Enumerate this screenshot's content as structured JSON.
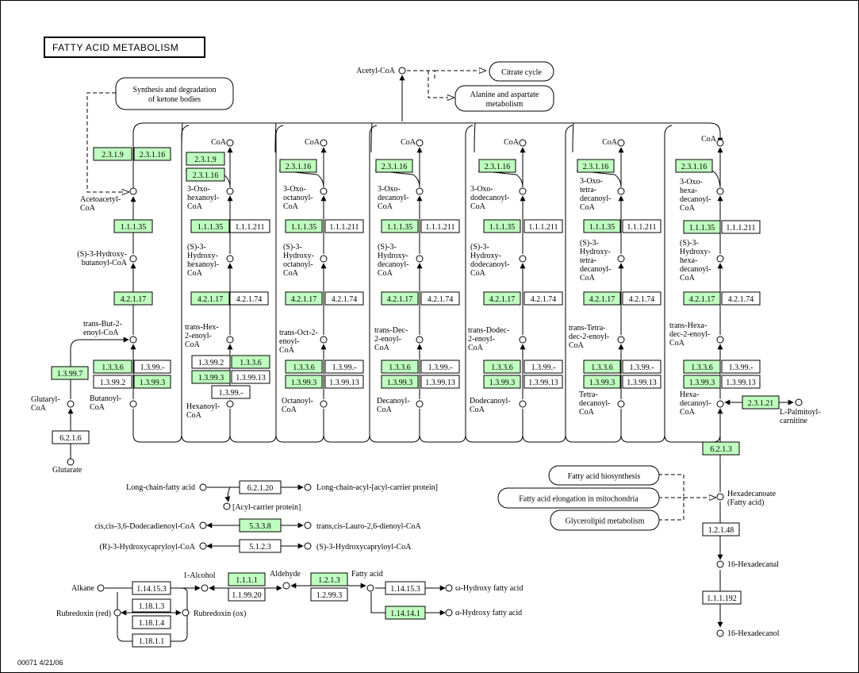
{
  "title": "FATTY ACID METABOLISM",
  "footer": "00071  4/21/06",
  "colors": {
    "enzyme_present": "#bfffbf",
    "enzyme_absent": "#ffffff",
    "line": "#000000"
  },
  "compounds": {
    "acetyl_coa": "Acetyl-CoA",
    "coa": "CoA",
    "acetoacetyl_coa": [
      "Acetoacetyl-",
      "CoA"
    ],
    "hydroxybutanoyl": [
      "(S)-3-Hydroxy-",
      "butanoyl-CoA"
    ],
    "transbut": [
      "trans-But-2-",
      "enoyl-CoA"
    ],
    "butanoyl": [
      "Butanoyl-",
      "CoA"
    ],
    "glutaryl": [
      "Glutaryl-",
      "CoA"
    ],
    "glutarate": "Glutarate",
    "oxohexanoyl": [
      "3-Oxo-",
      "hexanoyl-",
      "CoA"
    ],
    "hydroxyhexanoyl": [
      "(S)-3-",
      "Hydroxy-",
      "hexanoyl-",
      "CoA"
    ],
    "transhex": [
      "trans-Hex-",
      "2-enoyl-",
      "CoA"
    ],
    "hexanoyl": [
      "Hexanoyl-",
      "CoA"
    ],
    "oxooctanoyl": [
      "3-Oxo-",
      "octanoyl-",
      "CoA"
    ],
    "hydroxyoctanoyl": [
      "(S)-3-",
      "Hydroxy-",
      "octanoyl-",
      "CoA"
    ],
    "transoct": [
      "trans-Oct-2-",
      "enoyl-",
      "CoA"
    ],
    "octanoyl": [
      "Octanoyl-",
      "CoA"
    ],
    "oxodecanoyl": [
      "3-Oxo-",
      "decanoyl-",
      "CoA"
    ],
    "hydroxydecanoyl": [
      "(S)-3-",
      "Hydroxy-",
      "decanoyl-",
      "CoA"
    ],
    "transdec": [
      "trans-Dec-",
      "2-enoyl-",
      "CoA"
    ],
    "decanoyl": [
      "Decanoyl-",
      "CoA"
    ],
    "oxododecanoyl": [
      "3-Oxo-",
      "dodecanoyl-",
      "CoA"
    ],
    "hydroxydodecanoyl": [
      "(S)-3-",
      "Hydroxy-",
      "dodecanoyl-",
      "CoA"
    ],
    "transdodec": [
      "trans-Dodec-",
      "2-enoyl-",
      "CoA"
    ],
    "dodecanoyl": [
      "Dodecanoyl-",
      "CoA"
    ],
    "oxotetradecanoyl": [
      "3-Oxo-",
      "tetra-",
      "decanoyl-",
      "CoA"
    ],
    "hydroxytetradecanoyl": [
      "(S)-3-",
      "Hydroxy-",
      "tetra-",
      "decanoyl-",
      "CoA"
    ],
    "transtetradec": [
      "trans-Tetra-",
      "dec-2-enoyl-",
      "CoA"
    ],
    "tetradecanoyl": [
      "Tetra-",
      "decanoyl-",
      "CoA"
    ],
    "oxohexadecanoyl": [
      "3-Oxo-",
      "hexa-",
      "decanoyl-",
      "CoA"
    ],
    "hydroxyhexadecanoyl": [
      "(S)-3-",
      "Hydroxy-",
      "hexa-",
      "decanoyl-",
      "CoA"
    ],
    "transhexadec": [
      "trans-Hexa-",
      "dec-2-enoyl-",
      "CoA"
    ],
    "hexadecanoyl": [
      "Hexa-",
      "decanoyl-",
      "CoA"
    ],
    "palmitoylcarnitine": [
      "L-Palmitoyl-",
      "carnitine"
    ],
    "hexadecanoate": [
      "Hexadecanoate",
      "(Fatty acid)"
    ],
    "hexadecanal": "16-Hexadecanal",
    "hexadecanol": "16-Hexadecanol",
    "long_chain_fatty_acid": "Long-chain-fatty acid",
    "long_chain_acyl_acp": "Long-chain-acyl-[acyl-carrier protein]",
    "acp": "[Acyl-carrier protein]",
    "cis_dodecadienoyl": "cis,cis-3,6-Dodecadienoyl-CoA",
    "trans_lauro_dienoyl": "trans,cis-Lauro-2,6-dienoyl-CoA",
    "r_hydroxycapryloyl": "(R)-3-Hydroxycapryloyl-CoA",
    "s_hydroxycapryloyl": "(S)-3-Hydroxycapryloyl-CoA",
    "alkane": "Alkane",
    "alcohol": "1-Alcohol",
    "aldehyde": "Aldehyde",
    "fatty_acid": "Fatty acid",
    "omega_hydroxy": "ω-Hydroxy fatty acid",
    "alpha_hydroxy": "α-Hydroxy fatty acid",
    "rubredoxin_red": "Rubredoxin (red)",
    "rubredoxin_ox": "Rubredoxin (ox)"
  },
  "maps": {
    "ketone": [
      "Synthesis and degradation",
      "of ketone bodies"
    ],
    "citrate": "Citrate cycle",
    "alanine": [
      "Alanine and aspartate",
      "metabolism"
    ],
    "fa_biosynthesis": "Fatty acid biosynthesis",
    "fa_elongation": "Fatty acid elongation in mitochondria",
    "glycerolipid": "Glycerolipid metabolism"
  },
  "enzymes": {
    "e2319": "2.3.1.9",
    "e23116": "2.3.1.16",
    "e11135": "1.1.1.35",
    "e111211": "1.1.1.211",
    "e42117": "4.2.1.17",
    "e42174": "4.2.1.74",
    "e1336": "1.3.3.6",
    "e1399": "1.3.99.-",
    "e13992": "1.3.99.2",
    "e13993": "1.3.99.3",
    "e139913": "1.3.99.13",
    "e13997": "1.3.99.7",
    "e6216": "6.2.1.6",
    "e23121": "2.3.1.21",
    "e6213": "6.2.1.3",
    "e12148": "1.2.1.48",
    "e111192": "1.1.1.192",
    "e62120": "6.2.1.20",
    "e5338": "5.3.3.8",
    "e5123": "5.1.2.3",
    "e114153": "1.14.15.3",
    "e11813": "1.18.1.3",
    "e11814": "1.18.1.4",
    "e11811": "1.18.1.1",
    "e1111": "1.1.1.1",
    "e11920": "1.1.99.20",
    "e1213": "1.2.1.3",
    "e12993": "1.2.99.3",
    "e114141": "1.14.14.1"
  }
}
